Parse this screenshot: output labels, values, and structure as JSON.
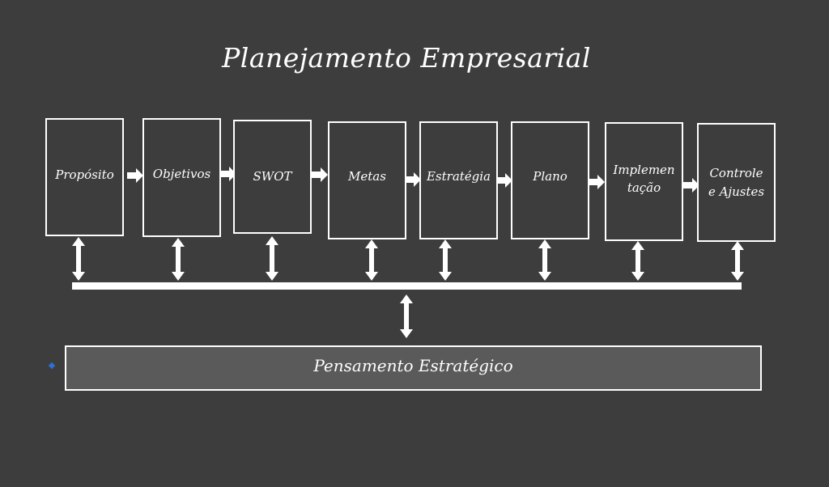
{
  "title": "Planejamento Empresarial",
  "steps": [
    {
      "line1": "Propósito",
      "line2": ""
    },
    {
      "line1": "Objetivos",
      "line2": ""
    },
    {
      "line1": "SWOT",
      "line2": ""
    },
    {
      "line1": "Metas",
      "line2": ""
    },
    {
      "line1": "Estratégia",
      "line2": ""
    },
    {
      "line1": "Plano",
      "line2": ""
    },
    {
      "line1": "Implemen",
      "line2": "tação"
    },
    {
      "line1": "Controle",
      "line2": "e Ajustes"
    }
  ],
  "foundation": {
    "label": "Pensamento Estratégico"
  },
  "colors": {
    "background": "#3d3d3d",
    "foreground": "#ffffff",
    "foundation_fill": "#5a5a5a",
    "bullet": "#2e6fd0"
  }
}
